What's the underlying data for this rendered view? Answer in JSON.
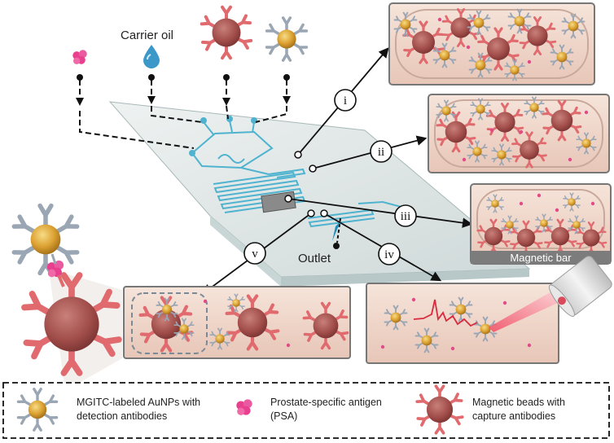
{
  "labels": {
    "carrier_oil": "Carrier oil",
    "outlet": "Outlet",
    "magnetic_bar": "Magnetic bar"
  },
  "callouts": [
    "i",
    "ii",
    "iii",
    "iv",
    "v"
  ],
  "legend": {
    "aunp_line1": "MGITC-labeled AuNPs with",
    "aunp_line2": "detection antibodies",
    "psa_line1": "Prostate-specific antigen",
    "psa_line2": "(PSA)",
    "bead_line1": "Magnetic beads with",
    "bead_line2": "capture antibodies"
  },
  "colors": {
    "chip": "#dfe6e6",
    "channel": "#4fb3cf",
    "panel_bg": "#efd7cc",
    "bead": "#a9524f",
    "antibody": "#e06a6e",
    "aunp": "#e0a634",
    "psa": "#e8408f",
    "laser": "#e83a52"
  }
}
